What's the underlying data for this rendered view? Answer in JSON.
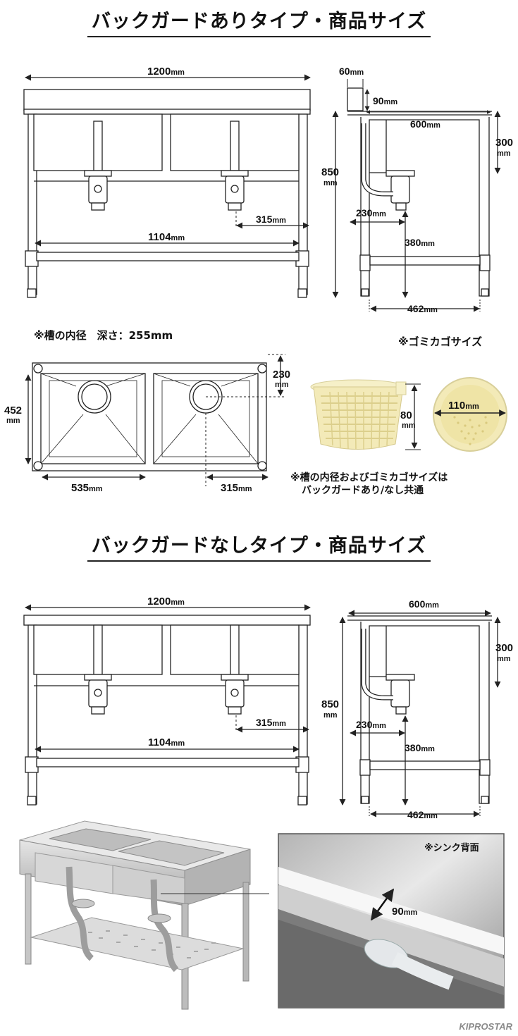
{
  "section1": {
    "title": "バックガードありタイプ・商品サイズ",
    "front": {
      "width": "1200",
      "inner_width": "1104",
      "drain_offset": "315"
    },
    "side": {
      "backguard_w": "60",
      "backguard_h": "90",
      "depth": "600",
      "bowl_h": "300",
      "height": "850",
      "drain_from_back": "230",
      "drain_h": "380",
      "leg_span": "462"
    },
    "bowl_note": "※槽の内径　深さ：255mm",
    "top": {
      "depth": "452",
      "back_offset": "230",
      "bowl_w": "535",
      "drain_offset": "315"
    },
    "basket_title": "※ゴミカゴサイズ",
    "basket": {
      "height": "80",
      "diameter": "110"
    },
    "shared_note_line1": "※槽の内径およびゴミカゴサイズは",
    "shared_note_line2": "バックガードあり/なし共通"
  },
  "section2": {
    "title": "バックガードなしタイプ・商品サイズ",
    "front": {
      "width": "1200",
      "inner_width": "1104",
      "drain_offset": "315"
    },
    "side": {
      "depth": "600",
      "bowl_h": "300",
      "height": "850",
      "drain_from_back": "230",
      "drain_h": "380",
      "leg_span": "462"
    }
  },
  "unit": "mm",
  "photo": {
    "caption": "※シンク背面",
    "gap": "90"
  },
  "brand": "KIPROSTAR"
}
